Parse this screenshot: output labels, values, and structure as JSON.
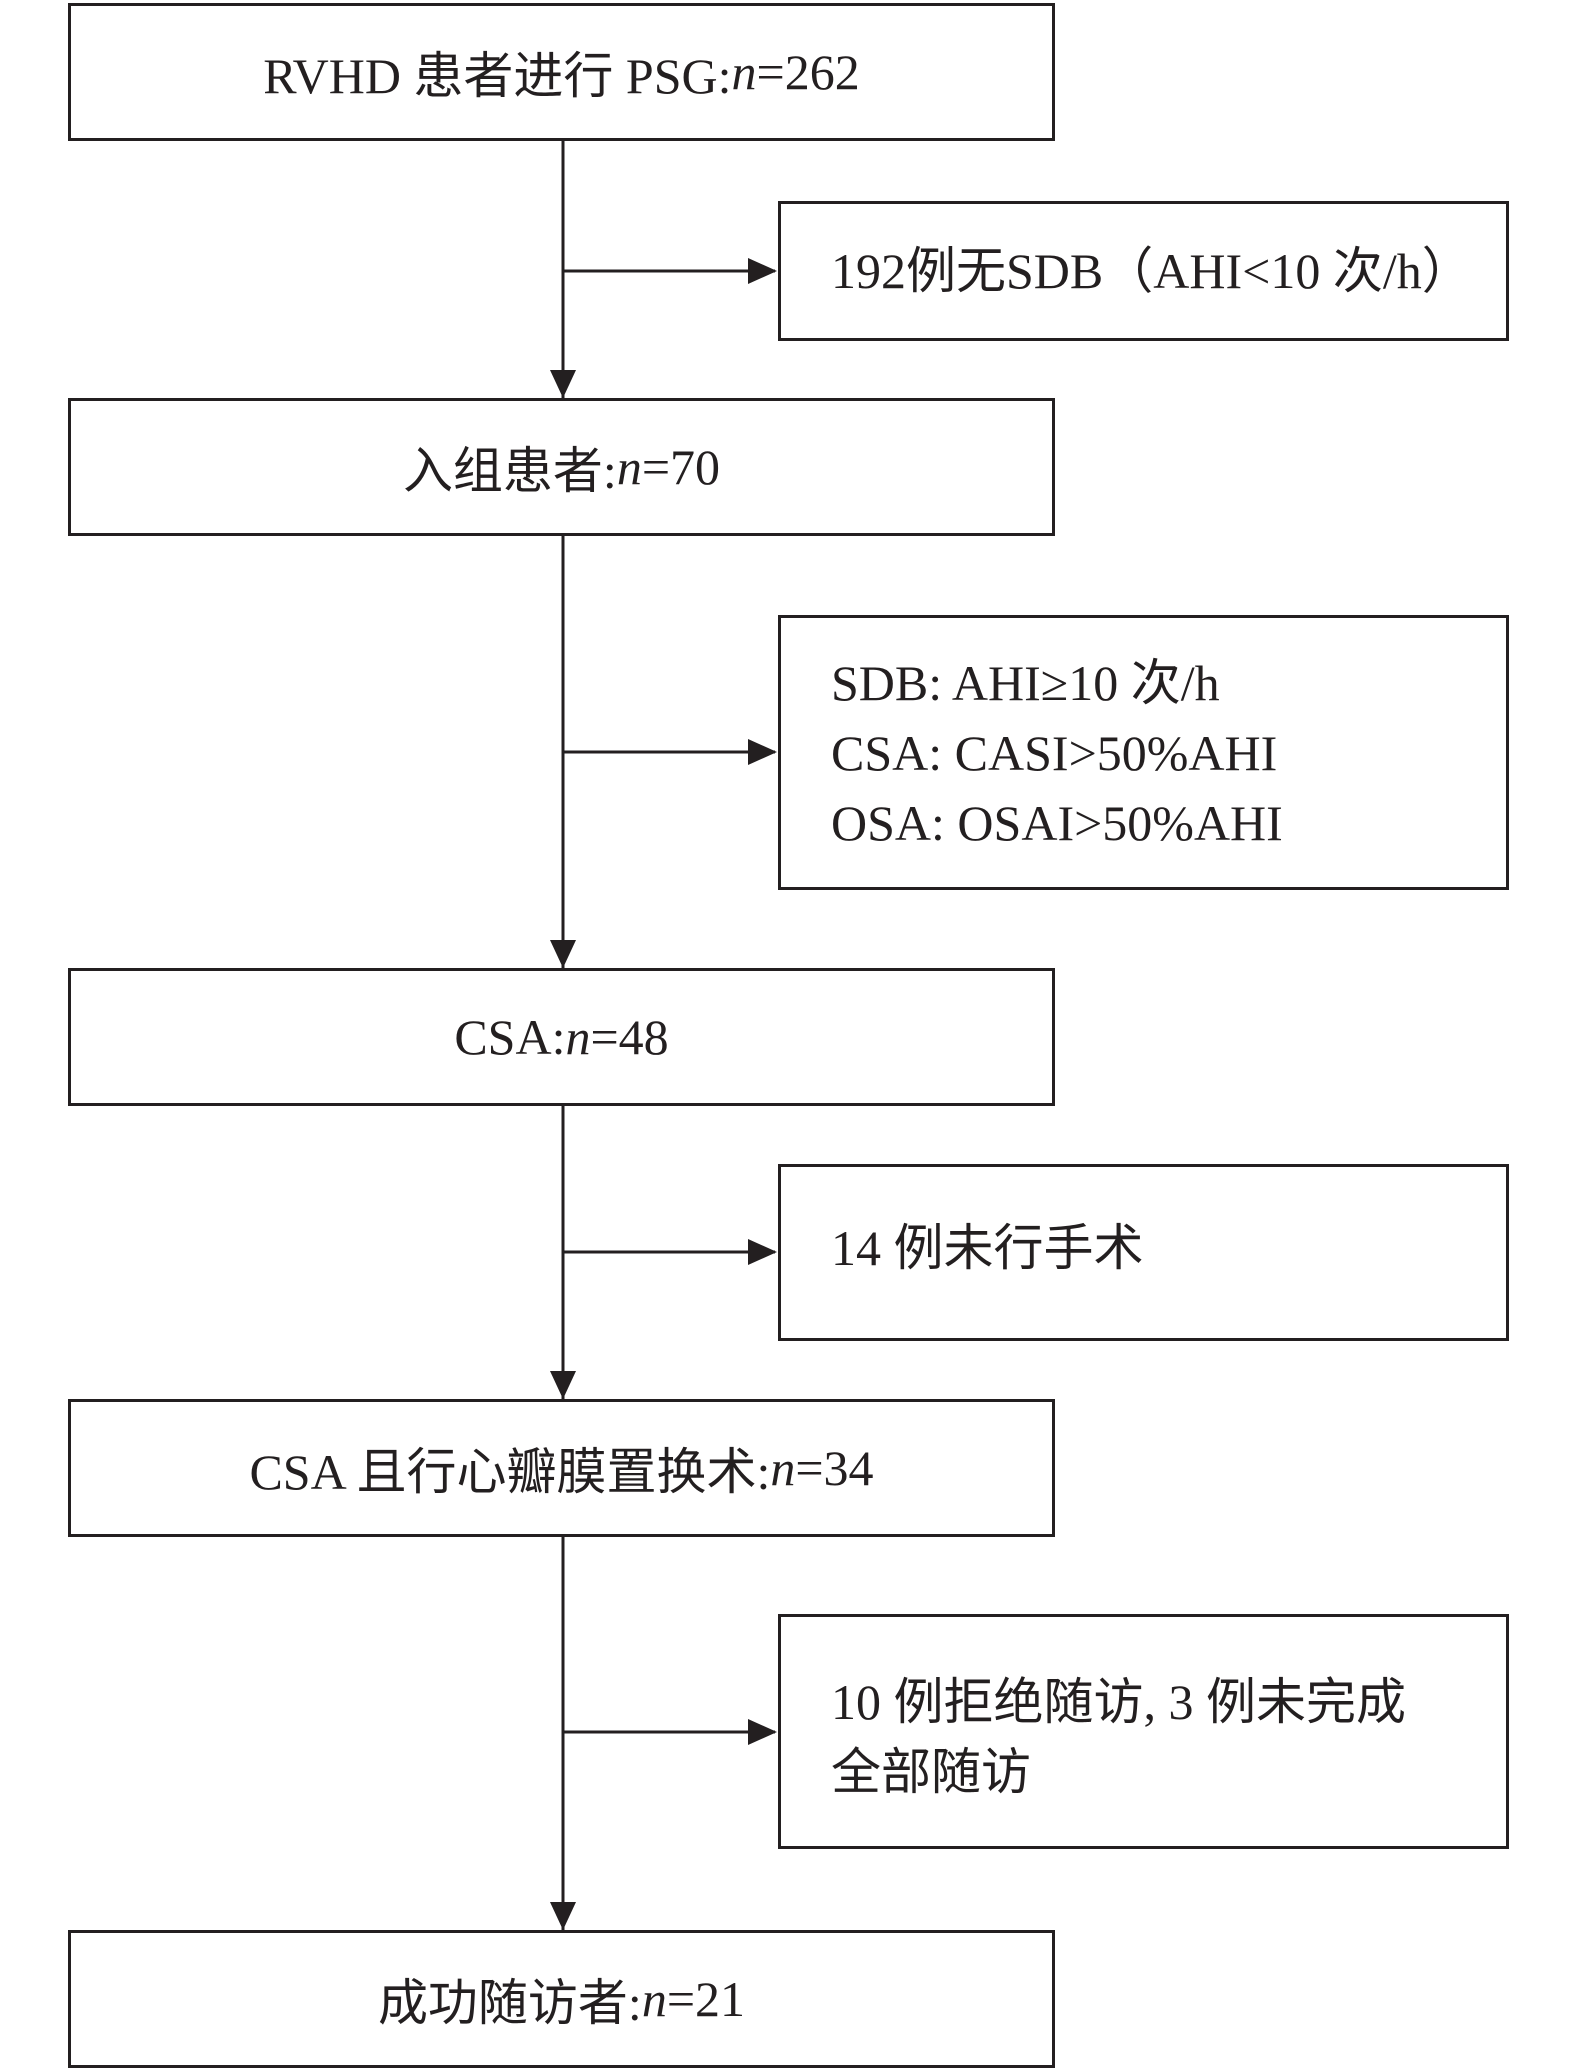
{
  "main_boxes": [
    {
      "prefix": "RVHD 患者进行 PSG: ",
      "var": "n",
      "value": "=262"
    },
    {
      "prefix": "入组患者: ",
      "var": "n",
      "value": "=70"
    },
    {
      "prefix": "CSA: ",
      "var": "n",
      "value": "=48"
    },
    {
      "prefix": "CSA 且行心瓣膜置换术: ",
      "var": "n",
      "value": "=34"
    },
    {
      "prefix": "成功随访者: ",
      "var": "n",
      "value": "=21"
    }
  ],
  "side_boxes": [
    {
      "lines": [
        "192例无SDB（AHI<10 次/h）"
      ]
    },
    {
      "lines": [
        "SDB: AHI≥10 次/h",
        "CSA: CASI>50%AHI",
        "OSA: OSAI>50%AHI"
      ]
    },
    {
      "lines": [
        "14 例未行手术"
      ]
    },
    {
      "lines": [
        "10 例拒绝随访, 3 例未完成",
        "全部随访"
      ]
    }
  ]
}
